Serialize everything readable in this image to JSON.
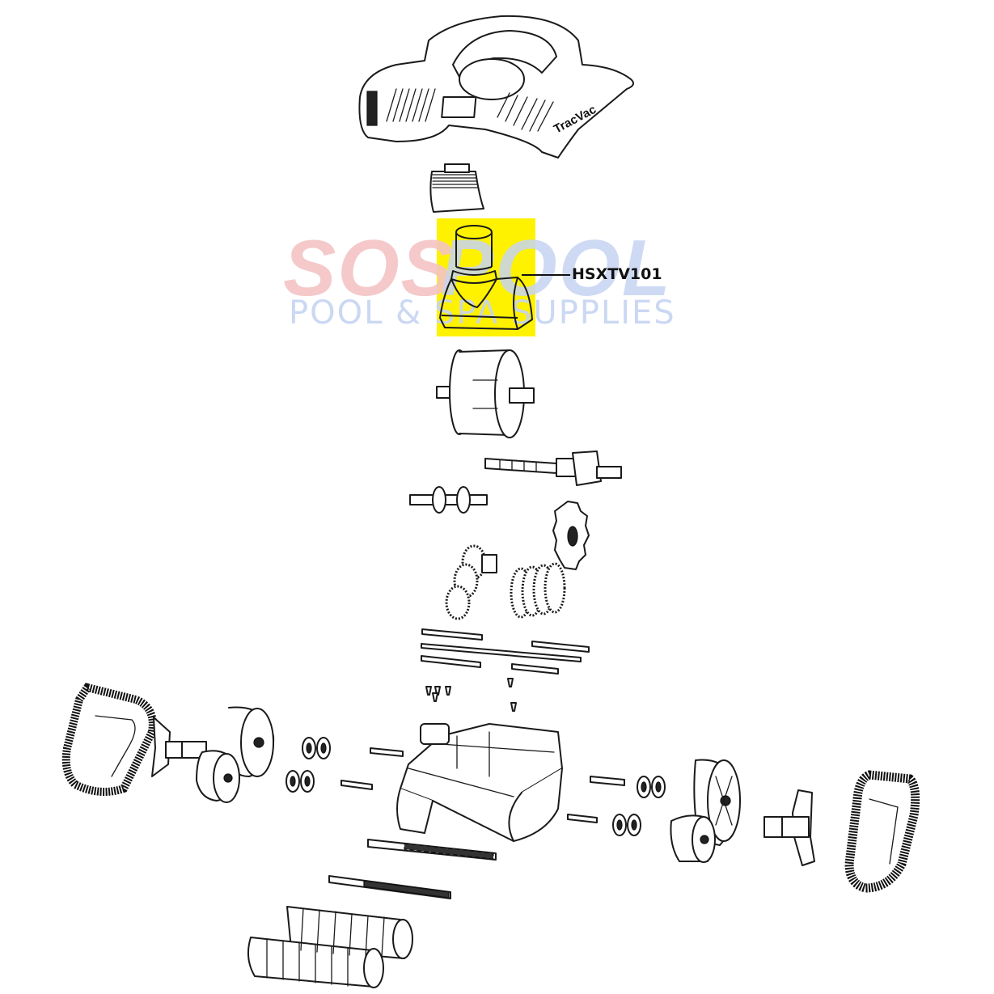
{
  "diagram": {
    "type": "exploded-parts-diagram",
    "subject": "Robotic pool cleaner",
    "brand_text_on_cover": "TracVac",
    "highlighted_part": {
      "part_number": "HSXTV101",
      "description": "Swivel / hose connector housing",
      "highlight_color": "#fff200"
    },
    "watermark": {
      "line1": "SOSPOOL",
      "line1_part_a": "SOS",
      "line1_part_b": "POOL",
      "line2": "POOL & SPA SUPPLIES",
      "color_a": "#f4c7c7",
      "color_b": "#c8d6f2"
    },
    "parts": [
      {
        "id": "top-cover",
        "label": "Top cover with handle"
      },
      {
        "id": "filter-door",
        "label": "Filter door / grille"
      },
      {
        "id": "swivel-housing",
        "label": "HSXTV101"
      },
      {
        "id": "impeller-drum",
        "label": "Impeller drum"
      },
      {
        "id": "drive-shaft-assembly",
        "label": "Drive shaft with gearbox"
      },
      {
        "id": "roller-shaft",
        "label": "Short shaft with bushings"
      },
      {
        "id": "drive-sprocket",
        "label": "Drive sprocket"
      },
      {
        "id": "gear-cluster-left",
        "label": "Gear cluster"
      },
      {
        "id": "gear-stack-right",
        "label": "Gear stack"
      },
      {
        "id": "rods",
        "label": "Tie rods (x5)"
      },
      {
        "id": "screws",
        "label": "Screws (x6)"
      },
      {
        "id": "chassis",
        "label": "Chassis / motor block"
      },
      {
        "id": "left-track",
        "label": "Left track"
      },
      {
        "id": "left-side-bracket",
        "label": "Left side bracket"
      },
      {
        "id": "left-wheels",
        "label": "Left wheels (x2)"
      },
      {
        "id": "left-bearings",
        "label": "Bearings (x4)"
      },
      {
        "id": "left-pins",
        "label": "Axle pins (x2)"
      },
      {
        "id": "right-pins",
        "label": "Axle pins (x2)"
      },
      {
        "id": "right-bearings",
        "label": "Bearings (x4)"
      },
      {
        "id": "right-wheels",
        "label": "Right wheels (x2)"
      },
      {
        "id": "right-side-bracket",
        "label": "Right side bracket"
      },
      {
        "id": "right-track",
        "label": "Right track"
      },
      {
        "id": "brush-shafts",
        "label": "Brush shafts (x2)"
      },
      {
        "id": "brush-rollers",
        "label": "Brush rollers (x2)"
      }
    ]
  }
}
